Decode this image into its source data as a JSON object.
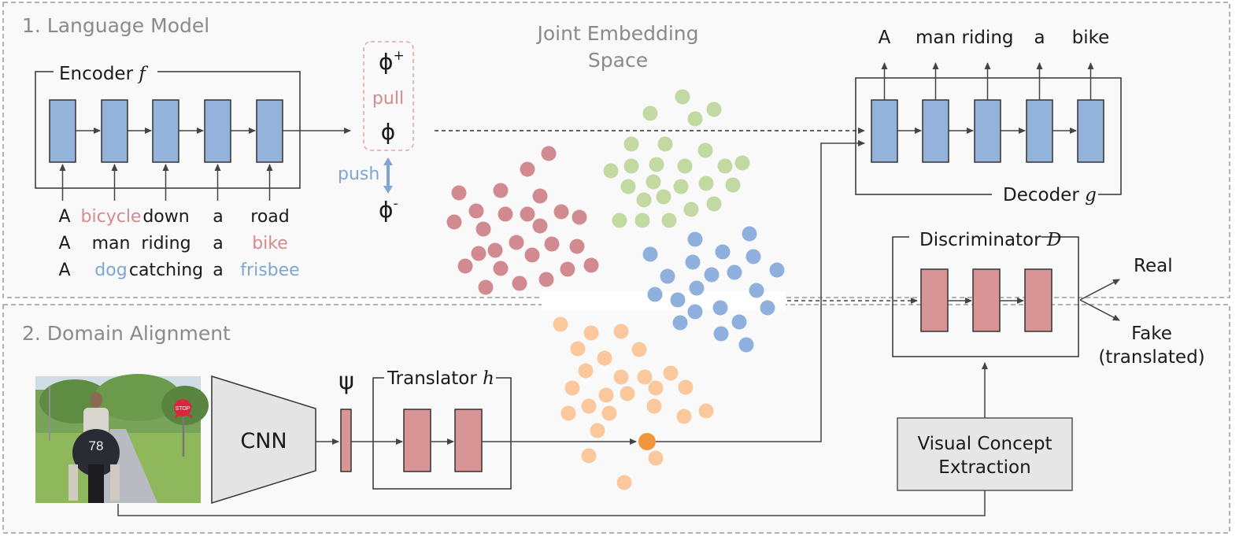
{
  "sections": {
    "language_model": "1. Language Model",
    "domain_alignment": "2. Domain Alignment"
  },
  "embedding_space": {
    "line1": "Joint Embedding",
    "line2": "Space"
  },
  "encoder": {
    "label": "Encoder",
    "symbol": "f"
  },
  "decoder": {
    "label": "Decoder",
    "symbol": "g",
    "words": [
      "A",
      "man",
      "riding",
      "a",
      "bike"
    ]
  },
  "sentences": [
    {
      "words": [
        "A",
        "bicycle",
        "down",
        "a",
        "road"
      ],
      "highlight": [
        1
      ]
    },
    {
      "words": [
        "A",
        "man",
        "riding",
        "a",
        "bike"
      ],
      "highlight": [
        4
      ]
    },
    {
      "words": [
        "A",
        "dog",
        "catching",
        "a",
        "frisbee"
      ],
      "highlight": [
        1,
        4
      ]
    }
  ],
  "phi": {
    "plus": "ϕ",
    "plus_sup": "+",
    "base": "ϕ",
    "minus": "ϕ",
    "minus_sup": "-",
    "pull": "pull",
    "push": "push"
  },
  "translator": {
    "label": "Translator",
    "symbol": "h",
    "psi": "ψ"
  },
  "cnn": {
    "label": "CNN"
  },
  "discriminator": {
    "label": "Discriminator",
    "symbol": "D",
    "real": "Real",
    "fake": "Fake",
    "fake_sub": "(translated)"
  },
  "visual_concept": {
    "line1": "Visual Concept",
    "line2": "Extraction"
  },
  "photo": {
    "sign": "STOP",
    "number": "78"
  },
  "colors": {
    "blue_cell": "#94b3da",
    "red_cell": "#d99596",
    "pink_text": "#d38b8c",
    "blue_text": "#7fa6cf",
    "green_dot": "#c2d9a1",
    "red_dot": "#d08a90",
    "blue_dot": "#8fb0dc",
    "orange_dot": "#fbc89e",
    "orange_highlight": "#f2963d"
  },
  "clusters": {
    "red": [
      [
        670,
        215
      ],
      [
        697,
        195
      ],
      [
        583,
        245
      ],
      [
        636,
        242
      ],
      [
        686,
        249
      ],
      [
        605,
        268
      ],
      [
        642,
        272
      ],
      [
        670,
        272
      ],
      [
        713,
        269
      ],
      [
        736,
        276
      ],
      [
        577,
        282
      ],
      [
        614,
        291
      ],
      [
        686,
        287
      ],
      [
        656,
        308
      ],
      [
        701,
        310
      ],
      [
        733,
        313
      ],
      [
        608,
        322
      ],
      [
        629,
        318
      ],
      [
        676,
        324
      ],
      [
        591,
        338
      ],
      [
        636,
        341
      ],
      [
        721,
        342
      ],
      [
        751,
        337
      ],
      [
        660,
        360
      ],
      [
        694,
        355
      ],
      [
        617,
        365
      ]
    ],
    "green": [
      [
        867,
        123
      ],
      [
        907,
        139
      ],
      [
        826,
        144
      ],
      [
        883,
        151
      ],
      [
        802,
        183
      ],
      [
        845,
        183
      ],
      [
        776,
        217
      ],
      [
        802,
        211
      ],
      [
        834,
        209
      ],
      [
        870,
        211
      ],
      [
        896,
        191
      ],
      [
        921,
        211
      ],
      [
        943,
        207
      ],
      [
        798,
        237
      ],
      [
        830,
        231
      ],
      [
        865,
        237
      ],
      [
        897,
        233
      ],
      [
        931,
        235
      ],
      [
        818,
        254
      ],
      [
        787,
        280
      ],
      [
        816,
        280
      ],
      [
        850,
        280
      ],
      [
        878,
        266
      ],
      [
        907,
        259
      ],
      [
        843,
        250
      ]
    ],
    "blue": [
      [
        883,
        304
      ],
      [
        952,
        297
      ],
      [
        826,
        323
      ],
      [
        880,
        333
      ],
      [
        918,
        320
      ],
      [
        957,
        326
      ],
      [
        987,
        343
      ],
      [
        848,
        351
      ],
      [
        904,
        349
      ],
      [
        933,
        346
      ],
      [
        885,
        366
      ],
      [
        832,
        374
      ],
      [
        861,
        381
      ],
      [
        961,
        369
      ],
      [
        915,
        391
      ],
      [
        975,
        391
      ],
      [
        864,
        410
      ],
      [
        883,
        396
      ],
      [
        939,
        409
      ],
      [
        916,
        424
      ],
      [
        948,
        438
      ]
    ],
    "orange": [
      [
        712,
        412
      ],
      [
        751,
        423
      ],
      [
        789,
        421
      ],
      [
        734,
        443
      ],
      [
        768,
        455
      ],
      [
        812,
        444
      ],
      [
        744,
        471
      ],
      [
        727,
        493
      ],
      [
        789,
        479
      ],
      [
        819,
        479
      ],
      [
        852,
        474
      ],
      [
        770,
        502
      ],
      [
        797,
        500
      ],
      [
        833,
        493
      ],
      [
        871,
        492
      ],
      [
        722,
        525
      ],
      [
        748,
        516
      ],
      [
        774,
        525
      ],
      [
        831,
        516
      ],
      [
        869,
        529
      ],
      [
        897,
        522
      ],
      [
        759,
        547
      ],
      [
        748,
        579
      ],
      [
        833,
        582
      ],
      [
        793,
        613
      ]
    ]
  }
}
